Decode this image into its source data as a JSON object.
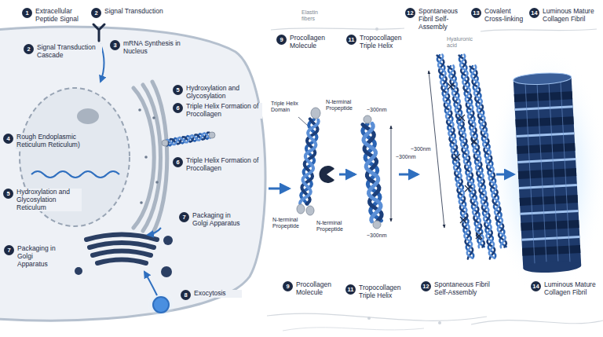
{
  "diagram": {
    "nodes": [
      {
        "text": [
          "1",
          "Extracellular Peptide Signal"
        ]
      },
      {
        "text": [
          "2",
          "Signal Transduction"
        ]
      },
      {
        "text": [
          "2",
          "Signal Transduction Cascade"
        ]
      },
      {
        "text": [
          "3",
          "mRNA Synthesis in Nucleus"
        ]
      },
      {
        "text": [
          "5",
          "Hydroxylation and Glycosylation"
        ]
      },
      {
        "text": [
          "6",
          "Triple Helix Formation of Procollagen"
        ]
      },
      {
        "text": [
          "4",
          "Rough Endoplasmic Reticulum Reticulum)"
        ]
      },
      {
        "text": [
          "6",
          "Triple Helix Formation of Procollagen"
        ]
      },
      {
        "text": [
          "5",
          "Hydroxylation and Glycosylation Reticulum"
        ]
      },
      {
        "text": [
          "7",
          "Packaging in Golgi Apparatus"
        ]
      },
      {
        "text": [
          "7",
          "Packaging in Golgi Apparatus"
        ]
      },
      {
        "text": [
          "8",
          "Exocytosis"
        ]
      },
      {
        "text": [
          "9",
          "Procollagen Molecule"
        ]
      },
      {
        "text": [
          "11",
          "Tropocollagen Triple Helix"
        ]
      },
      {
        "text": [
          "12",
          "Spontaneous Fibril Self-Assembly"
        ]
      },
      {
        "text": [
          "13",
          "Covalent Cross-linking"
        ]
      },
      {
        "text": [
          "14",
          "Luminous Mature Collagen Fibril"
        ]
      },
      {
        "text": [
          "9",
          "Procollagen Molecule"
        ]
      },
      {
        "text": [
          "11",
          "Tropocollagen Triple Helix"
        ]
      },
      {
        "text": [
          "12",
          "Spontaneous Fibril Self-Assembly"
        ]
      },
      {
        "text": [
          "14",
          "Luminous Mature Collagen Fibril"
        ]
      }
    ],
    "labels": [
      "Elastin fibers",
      "Hyaluronic acid",
      "Triple Helix Domain",
      "N-terminal Propeptide",
      "~300nm",
      "~300nm",
      "N-terminal Propeptide",
      "N-terminal Propeptide",
      "~300nm",
      "~300nm"
    ]
  }
}
